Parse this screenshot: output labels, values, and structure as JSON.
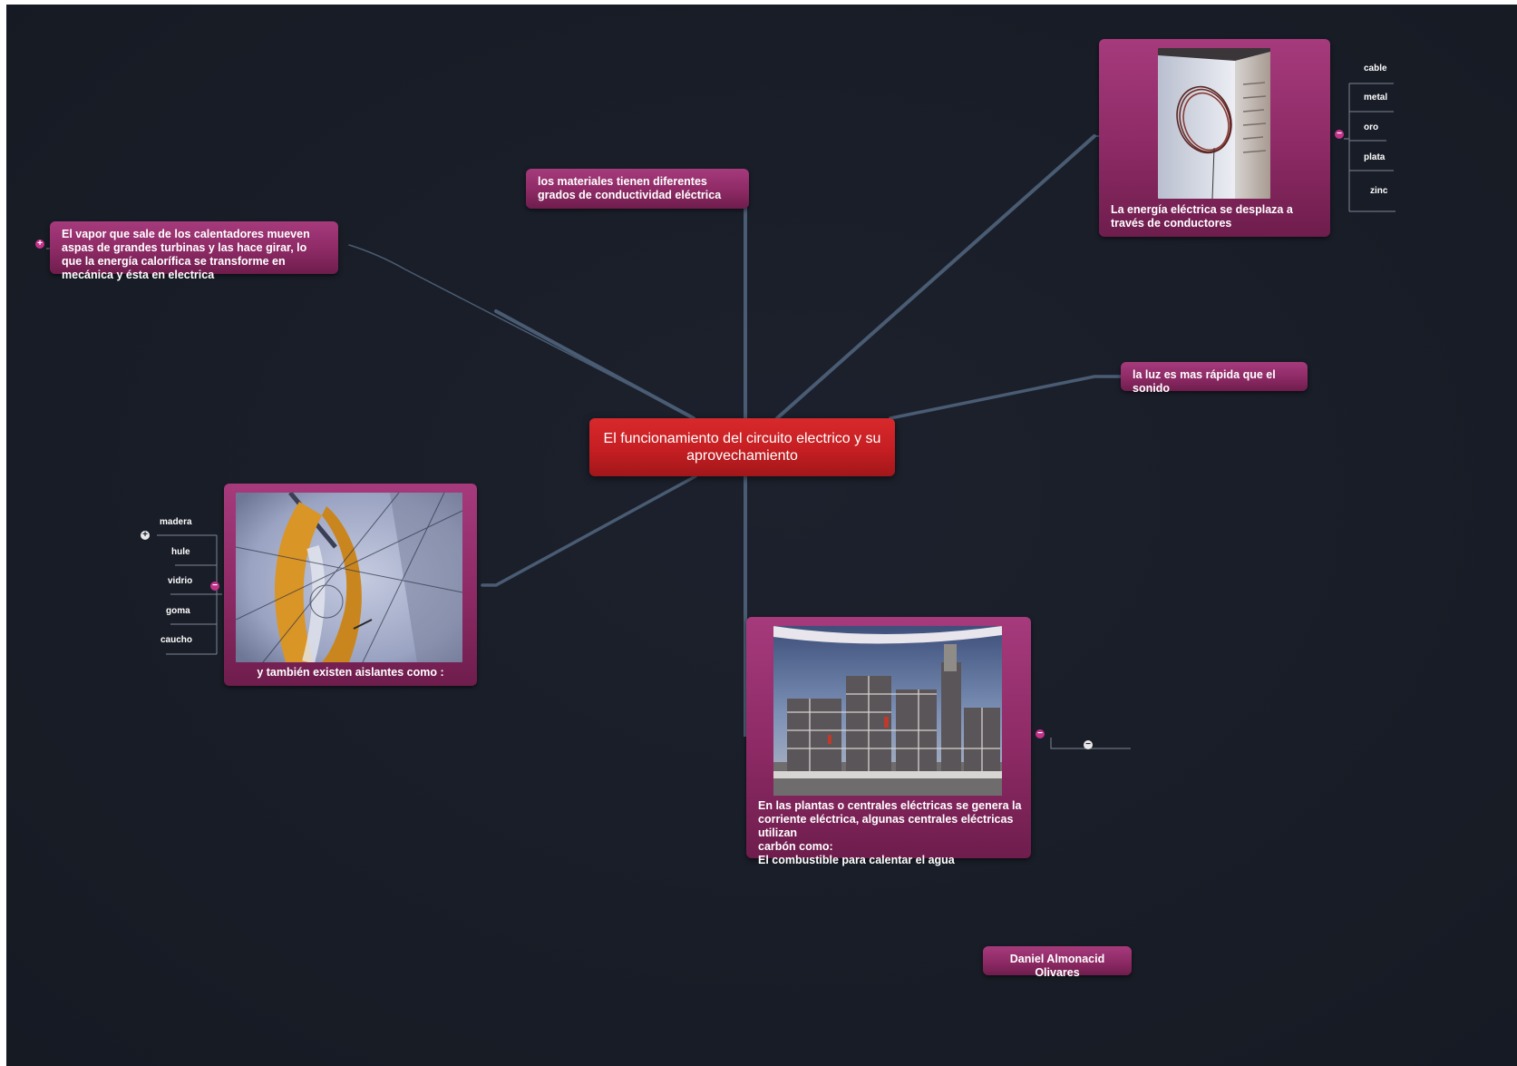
{
  "central": {
    "title": "El funcionamiento del circuito electrico y su aprovechamiento"
  },
  "nodes": {
    "materials": "los materiales tienen diferentes grados de conductividad eléctrica",
    "steam": "El vapor que sale de los calentadores mueven aspas de grandes turbinas y las hace girar, lo que  la energía calorífica se transforme en mecánica y ésta en electrica",
    "conductors": "La energía eléctrica se desplaza a través de conductores",
    "light": "la luz es mas rápida que el sonido",
    "insulators": "y también existen aislantes como :",
    "plants_line1": "En las plantas o centrales eléctricas se genera la",
    "plants_line2": "corriente eléctrica, algunas centrales eléctricas utilizan",
    "plants_line3": "carbón como:",
    "plants_line4": "El combustible para calentar el agua",
    "author": "Daniel Almonacid Olivares"
  },
  "conductor_items": [
    "cable",
    "metal",
    "oro",
    "plata",
    "zinc"
  ],
  "insulator_items": [
    "madera",
    "hule",
    "vidrio",
    "goma",
    "caucho"
  ],
  "toggles": {
    "expand": "+",
    "collapse": "−"
  },
  "colors": {
    "background": "#191d27",
    "node": "#8d2a65",
    "central": "#c51e22",
    "link": "#4a5c73",
    "toggle": "#c2328a"
  }
}
